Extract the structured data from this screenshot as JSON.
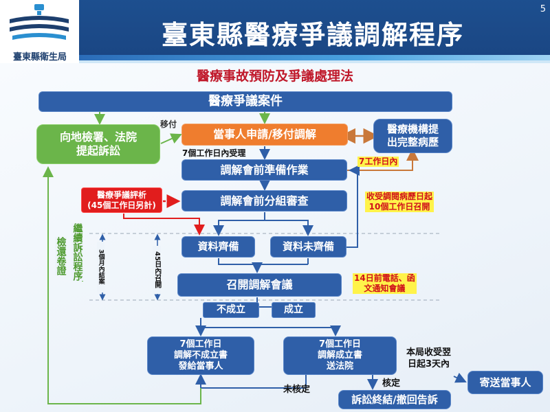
{
  "header": {
    "logo_text": "臺東縣衛生局",
    "title": "臺東縣醫療爭議調解程序",
    "page_number": "5"
  },
  "subtitle": "醫療事故預防及爭議處理法",
  "nodes": {
    "case": "醫療爭議案件",
    "court": "向地檢署、法院\n提起訴訟",
    "apply": "當事人申請/移付調解",
    "records": "醫療機構提\n出完整病歷",
    "prep": "調解會前準備作業",
    "eval": "醫療爭議評析\n(45個工作日另計)",
    "group_review": "調解會前分組審查",
    "ready": "資料齊備",
    "notready": "資料未齊備",
    "meeting": "召開調解會議",
    "fail": "不成立",
    "success": "成立",
    "fail_doc": "7個工作日\n調解不成立書\n發給當事人",
    "success_doc": "7個工作日\n調解成立書\n送法院",
    "end": "訴訟終結/撤回告訴",
    "send": "寄送當事人"
  },
  "labels": {
    "transfer": "移付",
    "accept": "7個工作日內受理",
    "seven_days": "7工作日內",
    "three_months": "3個月內結案",
    "forty_five": "45日內召開",
    "continue_litigation": "繼續訴訟程序",
    "return_evidence": "檢還卷證",
    "not_approved": "未核定",
    "approved": "核定",
    "bureau_receive": "本局收受翌\n日起3天內"
  },
  "notes": {
    "ten_days": "收受調閱病歷日起\n10個工作日召開",
    "fourteen_days": "14日前電話、函\n文通知會議"
  },
  "colors": {
    "blue": "#2f5fa8",
    "green": "#6bb54a",
    "orange": "#ef7d2e",
    "red": "#e11d1d",
    "title_red": "#c0182a",
    "note_yellow": "#fff34a"
  }
}
